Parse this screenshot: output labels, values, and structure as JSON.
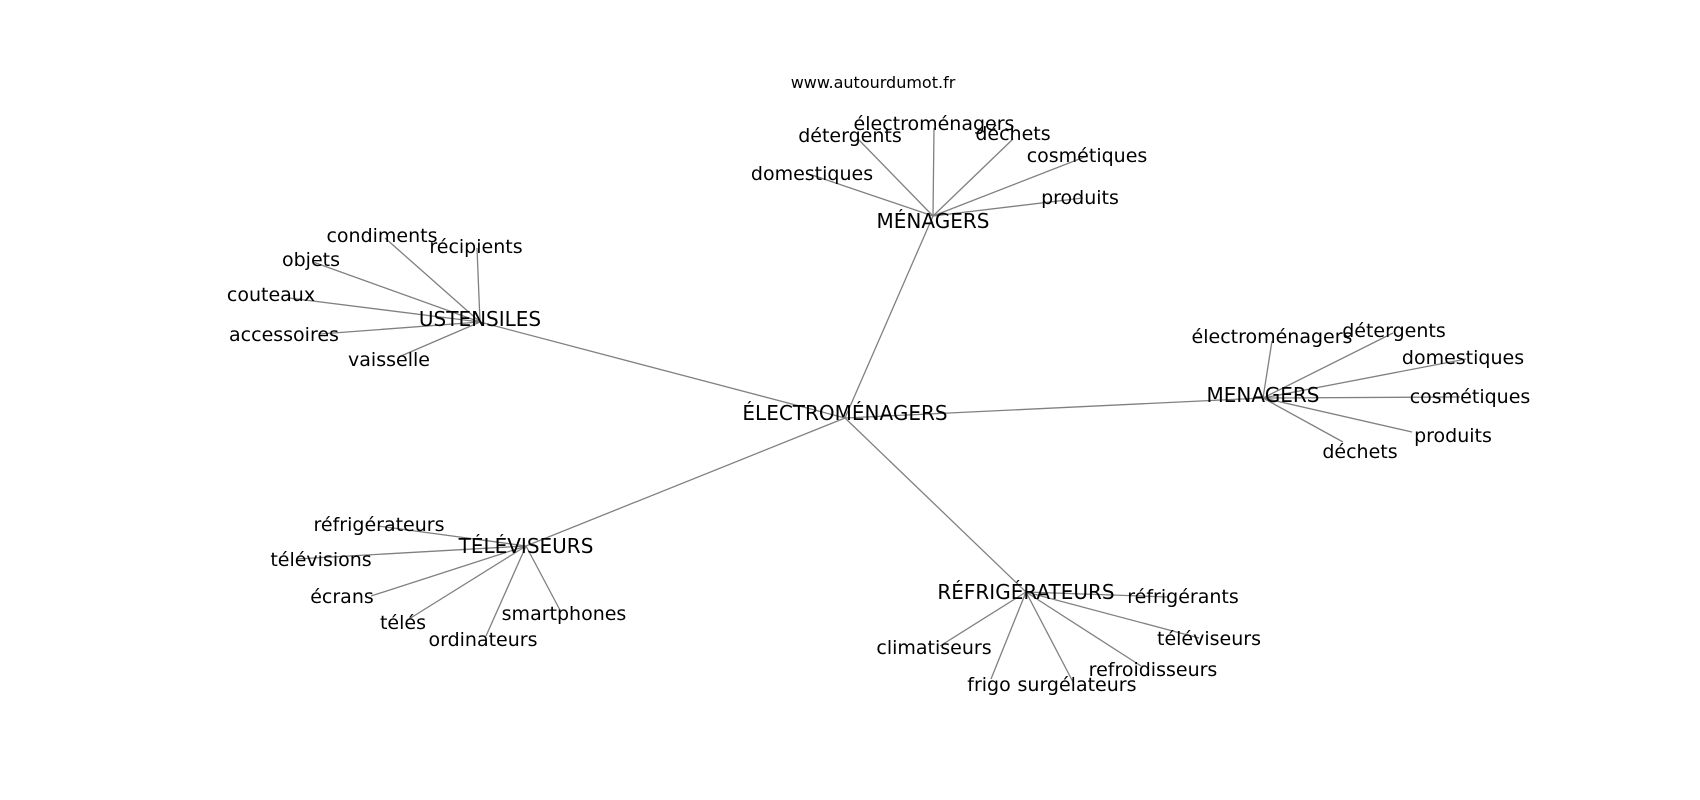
{
  "source": "www.autourdumot.fr",
  "edge_color": "#808080",
  "center": {
    "label": "ÉLECTROMÉNAGERS"
  },
  "clusters": [
    {
      "label": "MÉNAGERS",
      "leaves": [
        "électroménagers",
        "détergents",
        "déchets",
        "cosmétiques",
        "domestiques",
        "produits"
      ]
    },
    {
      "label": "USTENSILES",
      "leaves": [
        "condiments",
        "récipients",
        "objets",
        "couteaux",
        "accessoires",
        "vaisselle"
      ]
    },
    {
      "label": "MENAGERS",
      "leaves": [
        "électroménagers",
        "détergents",
        "domestiques",
        "cosmétiques",
        "produits",
        "déchets"
      ]
    },
    {
      "label": "TÉLÉVISEURS",
      "leaves": [
        "réfrigérateurs",
        "télévisions",
        "écrans",
        "télés",
        "ordinateurs",
        "smartphones"
      ]
    },
    {
      "label": "RÉFRIGÉRATEURS",
      "leaves": [
        "réfrigérants",
        "climatiseurs",
        "téléviseurs",
        "refroidisseurs",
        "frigo",
        "surgélateurs"
      ]
    }
  ]
}
